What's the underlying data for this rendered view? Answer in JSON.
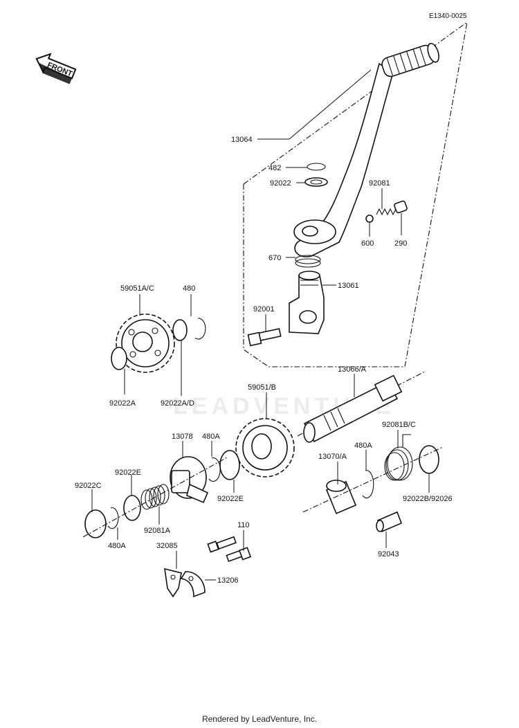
{
  "diagram_code": "E1340-0025",
  "front_label": "FRONT",
  "watermark": "LEADVENTURE",
  "footer": "Rendered by LeadVenture, Inc.",
  "callouts": {
    "p13064": "13064",
    "p482": "482",
    "p92022": "92022",
    "p92081": "92081",
    "p600": "600",
    "p290": "290",
    "p670": "670",
    "p13061": "13061",
    "p92001": "92001",
    "p59051ac": "59051A/C",
    "p480": "480",
    "p92022a": "92022A",
    "p92022ad": "92022A/D",
    "p13066a": "13066/A",
    "p59051b": "59051/B",
    "p13078": "13078",
    "p480a_1": "480A",
    "p92081bc": "92081B/C",
    "p480a_2": "480A",
    "p13070a": "13070/A",
    "p92022e_1": "92022E",
    "p92022e_2": "92022E",
    "p92022c": "92022C",
    "p92081a": "92081A",
    "p480a_3": "480A",
    "p92022b": "92022B/92026",
    "p110": "110",
    "p32085": "32085",
    "p13206": "13206",
    "p92043": "92043"
  }
}
